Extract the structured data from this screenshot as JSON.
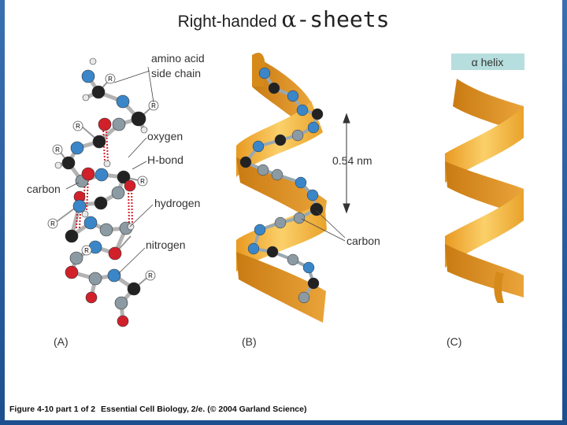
{
  "title": {
    "text": "Right-handed ",
    "alpha": "α",
    "suffix": "-sheets"
  },
  "labels": {
    "side_chain_1": "amino acid",
    "side_chain_2": "side chain",
    "oxygen": "oxygen",
    "hbond": "H-bond",
    "carbon_left": "carbon",
    "hydrogen": "hydrogen",
    "nitrogen": "nitrogen",
    "measure": "0.54 nm",
    "carbon_right": "carbon",
    "helix_badge": "α helix",
    "r": "R"
  },
  "panels": {
    "a": "(A)",
    "b": "(B)",
    "c": "(C)"
  },
  "caption": {
    "figure": "Figure 4-10 part 1 of 2",
    "source": "Essential Cell Biology, 2/e. (© 2004 Garland Science)"
  },
  "colors": {
    "carbon": "#222222",
    "nitrogen": "#3a86c8",
    "oxygen": "#d1202a",
    "hydrogen": "#e8e8e8",
    "ribbon": "#f4b93a",
    "badge": "#b7dede",
    "frame": "#1d4f8f"
  }
}
